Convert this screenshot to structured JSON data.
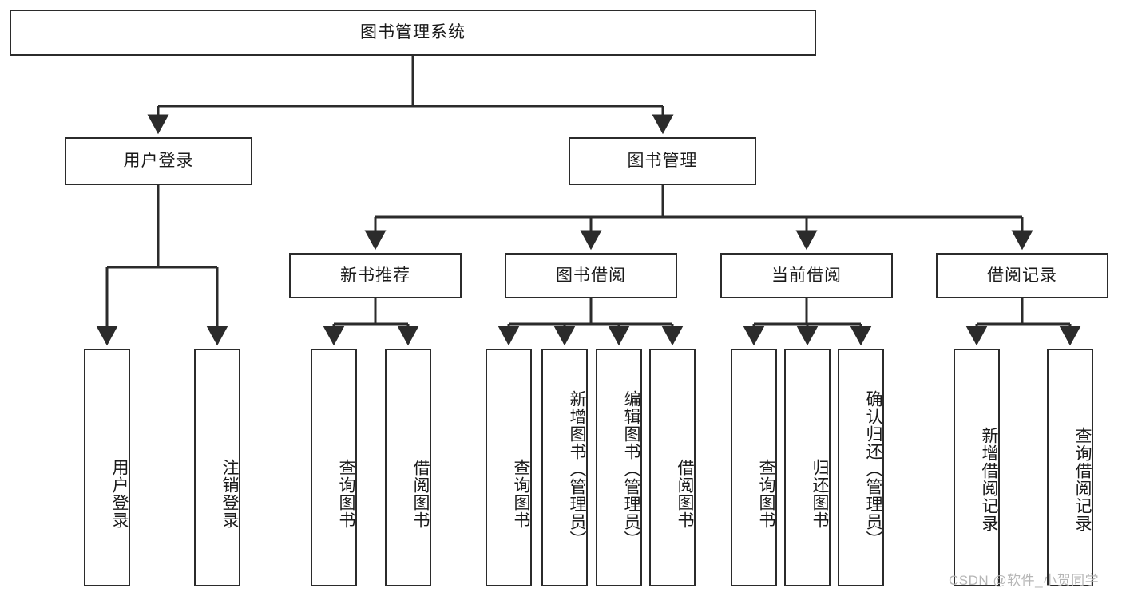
{
  "diagram": {
    "title": "图书管理系统",
    "type": "tree-hierarchy-chart",
    "watermark": "CSDN @软件_小贺同学",
    "colors": {
      "box_border": "#2b2b2b",
      "box_fill": "#ffffff",
      "edge": "#2b2b2b",
      "text": "#1a1a1a",
      "watermark": "#b6b6b6"
    },
    "nodes": {
      "root": "图书管理系统",
      "level2": {
        "user_login": "用户登录",
        "book_manage": "图书管理"
      },
      "level3": {
        "new_book_rec": "新书推荐",
        "book_borrow": "图书借阅",
        "current_borrow": "当前借阅",
        "borrow_record": "借阅记录"
      },
      "leaves": {
        "user_login_1": "用户登录",
        "user_login_2": "注销登录",
        "new_book_rec_1": "查询图书",
        "new_book_rec_2": "借阅图书",
        "book_borrow_1": "查询图书",
        "book_borrow_2": "新增图书（管理员）",
        "book_borrow_3": "编辑图书（管理员）",
        "book_borrow_4": "借阅图书",
        "current_borrow_1": "查询图书",
        "current_borrow_2": "归还图书",
        "current_borrow_3": "确认归还（管理员）",
        "borrow_record_1": "新增借阅记录",
        "borrow_record_2": "查询借阅记录"
      }
    }
  }
}
